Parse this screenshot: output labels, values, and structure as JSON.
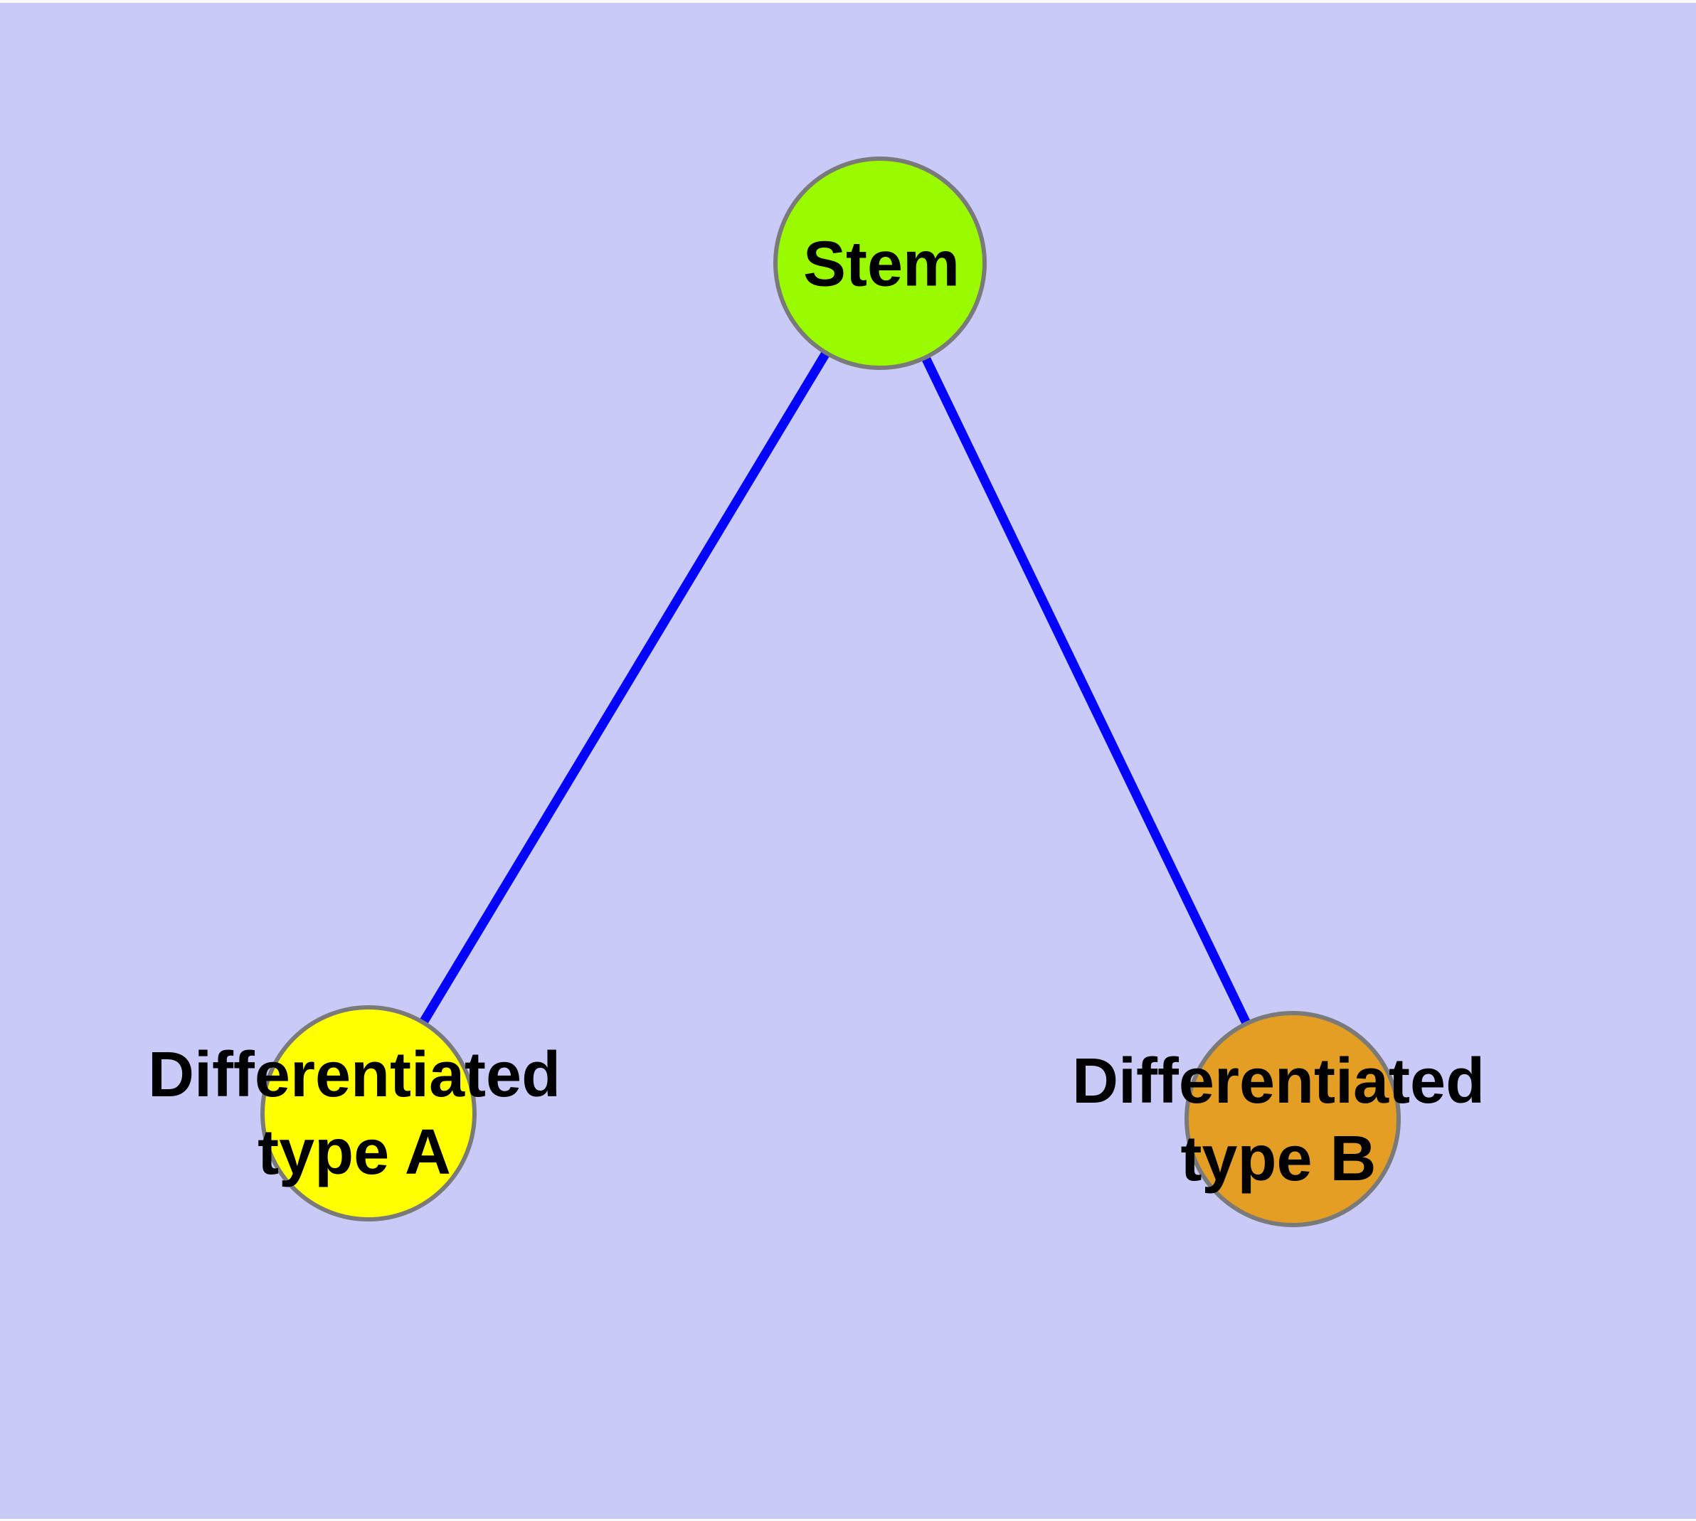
{
  "canvas": {
    "background_color": "#CACAF8",
    "top_strip_color": "#FAFAFF",
    "bottom_strip_color": "#FAFAFF"
  },
  "graph": {
    "edge_color": "#0404FB",
    "node_border_color": "#7A7A7A",
    "text_color": "#000000",
    "nodes": {
      "stem": {
        "label": "Stem",
        "fill": "#9AFB00"
      },
      "type_a": {
        "label_line1": "Differentiated",
        "label_line2": "type A",
        "fill": "#FFFF00"
      },
      "type_b": {
        "label_line1": "Differentiated",
        "label_line2": "type B",
        "fill": "#E39E23"
      }
    },
    "edges": [
      {
        "from": "Stem",
        "to": "Differentiated type A"
      },
      {
        "from": "Stem",
        "to": "Differentiated type B"
      }
    ]
  }
}
